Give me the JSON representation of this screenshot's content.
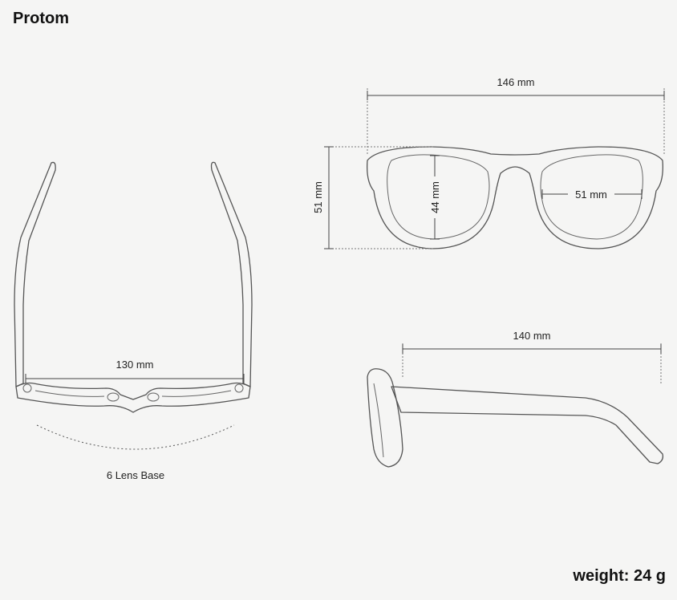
{
  "title": "Protom",
  "weight_label": "weight: 24 g",
  "dimensions": {
    "total_width": "146 mm",
    "frame_height": "51 mm",
    "lens_height": "44 mm",
    "lens_width": "51 mm",
    "temple_length": "140 mm",
    "inner_width": "130 mm"
  },
  "lens_base_label": "6 Lens Base"
}
